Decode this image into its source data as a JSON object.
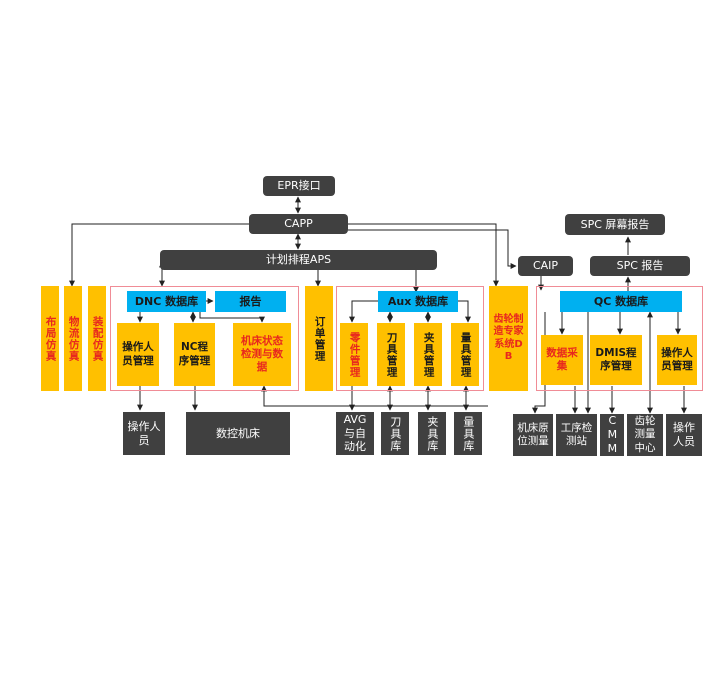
{
  "nodes": {
    "epr": "EPR接口",
    "capp": "CAPP",
    "aps": "计划排程APS",
    "spc_screen": "SPC 屏幕报告",
    "caip": "CAIP",
    "spc_report": "SPC 报告",
    "layout_sim": "布局仿真",
    "logistics_sim": "物流仿真",
    "assembly_sim": "装配仿真",
    "dnc_db": "DNC 数据库",
    "report": "报告",
    "operator_mgmt_dnc": "操作人员管理",
    "nc_program_mgmt": "NC程序管理",
    "machine_status": "机床状态检测与数据",
    "order_mgmt": "订单管理",
    "aux_db": "Aux 数据库",
    "parts_mgmt": "零件管理",
    "tool_mgmt": "刀具管理",
    "fixture_mgmt": "夹具管理",
    "gauge_mgmt": "量具管理",
    "gear_expert_db": "齿轮制造专家系统DB",
    "qc_db": "QC 数据库",
    "data_collect": "数据采集",
    "dmis_program_mgmt": "DMIS程序管理",
    "operator_mgmt_qc": "操作人员管理",
    "operators_dnc": "操作人员",
    "cnc_machine": "数控机床",
    "agv": "AVG与自动化",
    "tool_store": "刀具库",
    "fixture_store": "夹具库",
    "gauge_store": "量具库",
    "machine_inplace": "机床原位测量",
    "process_station": "工序检测站",
    "cmm": "CMM",
    "gear_center": "齿轮测量中心",
    "operators_qc": "操作人员"
  },
  "colors": {
    "dark": "#404040",
    "orange": "#ffc000",
    "blue": "#00b0f0",
    "frame": "#f08c96",
    "red_text": "#e8281e"
  }
}
